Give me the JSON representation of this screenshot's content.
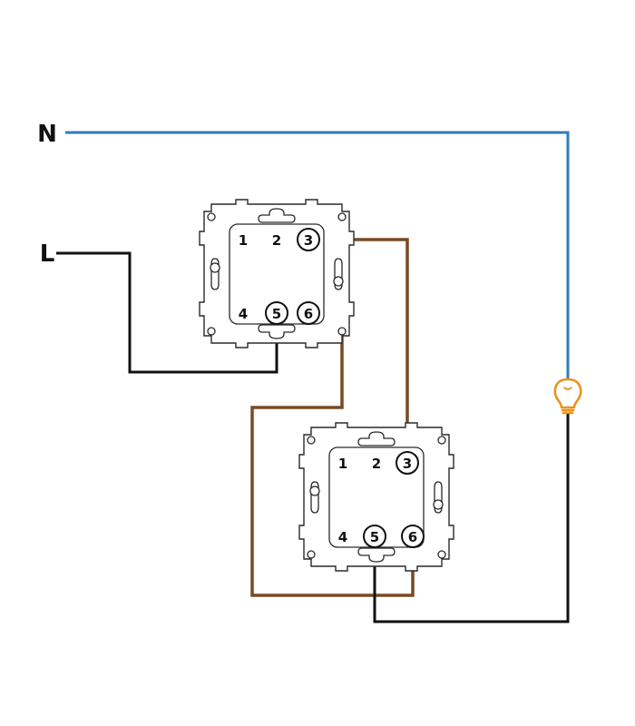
{
  "labels": {
    "neutral": "N",
    "live": "L"
  },
  "switches": [
    {
      "terminals": [
        "1",
        "2",
        "3",
        "4",
        "5",
        "6"
      ]
    },
    {
      "terminals": [
        "1",
        "2",
        "3",
        "4",
        "5",
        "6"
      ]
    }
  ],
  "colors": {
    "neutral_wire": "#2f7bbf",
    "live_wire": "#111111",
    "traveller_wire": "#7a4a22",
    "lamp": "#e8931e"
  },
  "icons": {
    "lamp": "light-bulb-icon"
  }
}
